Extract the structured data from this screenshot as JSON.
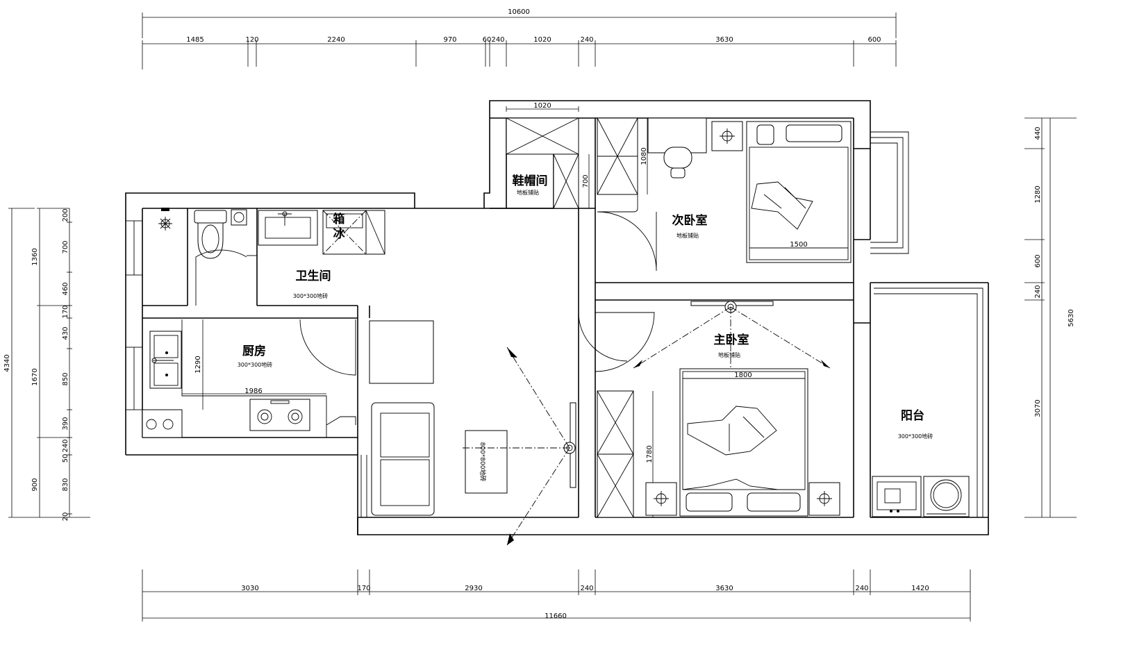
{
  "dimensions": {
    "top_total": "10600",
    "top_segments": [
      "1485",
      "120",
      "2240",
      "970",
      "60",
      "240",
      "1020",
      "240",
      "3630",
      "600"
    ],
    "bottom_total": "11660",
    "bottom_segments": [
      "3030",
      "170",
      "2930",
      "240",
      "3630",
      "240",
      "1420"
    ],
    "left_total": "4340",
    "left_outer": [
      "1360",
      "1670",
      "900"
    ],
    "left_inner": [
      "200",
      "700",
      "460",
      "170",
      "430",
      "850",
      "390",
      "50",
      "240",
      "830",
      "20"
    ],
    "right_total": "5630",
    "right_inner": [
      "440",
      "1280",
      "600",
      "240",
      "3070"
    ],
    "interior": {
      "shoe_width": "1020",
      "shoe_depth": "700",
      "second_wardrobe": "1080",
      "second_bed": "1500",
      "master_bed": "1800",
      "master_wardrobe": "1780",
      "kitchen_width": "1290",
      "kitchen_counter": "1986",
      "table": "800*800地砖"
    }
  },
  "rooms": {
    "shoe_room": {
      "name": "鞋帽间",
      "floor": "地板铺贴"
    },
    "bathroom": {
      "name": "卫生间",
      "floor": "300*300地砖"
    },
    "kitchen": {
      "name": "厨房",
      "floor": "300*300地砖"
    },
    "second_bedroom": {
      "name": "次卧室",
      "floor": "地板铺贴"
    },
    "master_bedroom": {
      "name": "主卧室",
      "floor": "地板铺贴"
    },
    "balcony": {
      "name": "阳台",
      "floor": "300*300地砖"
    }
  },
  "fixtures": {
    "fridge_char1": "箱",
    "fridge_char2": "冰"
  }
}
